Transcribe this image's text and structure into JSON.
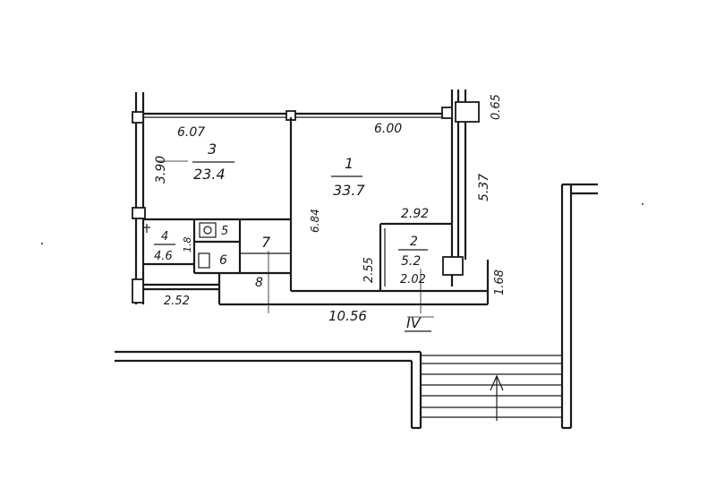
{
  "rooms": [
    {
      "number": "1",
      "area": "33.7"
    },
    {
      "number": "2",
      "area": "5.2"
    },
    {
      "number": "3",
      "area": "23.4"
    },
    {
      "number": "4",
      "area": "4.6"
    },
    {
      "number": "5",
      "area": ""
    },
    {
      "number": "6",
      "area": ""
    },
    {
      "number": "7",
      "area": ""
    },
    {
      "number": "8",
      "area": ""
    }
  ],
  "dimensions": {
    "top_left": "6.07",
    "top_right": "6.00",
    "right_small": "0.65",
    "room3_height": "3.90",
    "room1_height": "5.37",
    "room7_side": "6.84",
    "room2_width": "2.92",
    "room2_height": "2.55",
    "room2_bottom": "2.02",
    "right_lower": "1.68",
    "room4_side": "1.8",
    "bottom_left": "2.52",
    "bottom_total": "10.56"
  },
  "marker": "IV"
}
